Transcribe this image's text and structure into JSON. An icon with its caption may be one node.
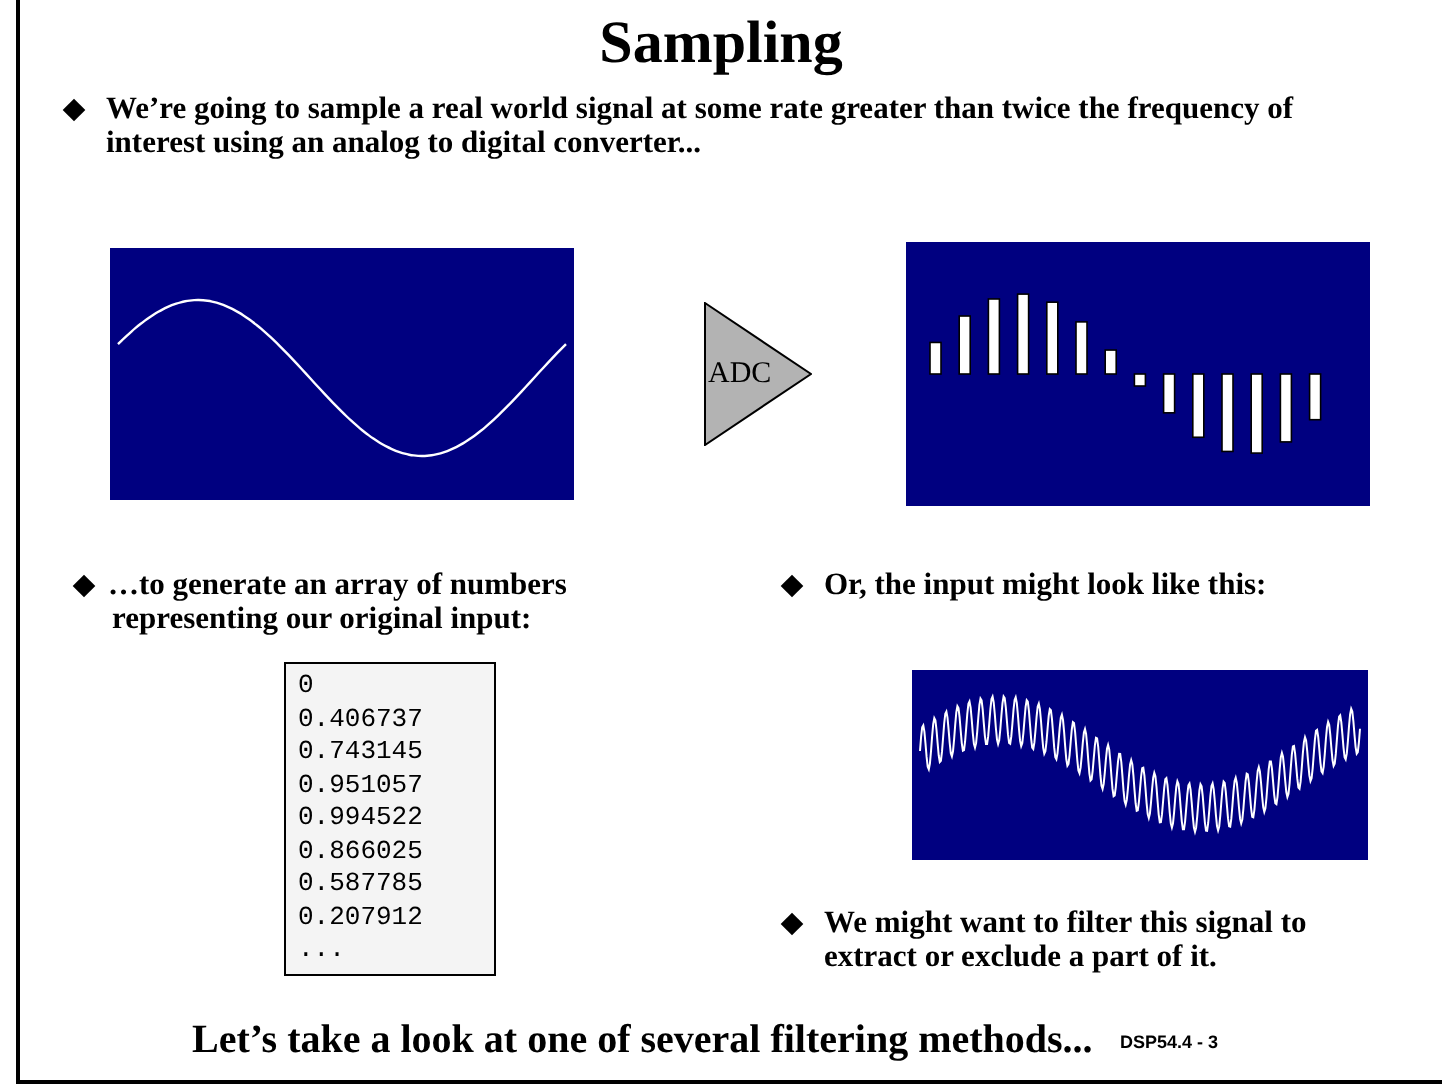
{
  "diagram": {
    "title": "Sampling",
    "nodes": [
      {
        "text": [
          "ADC"
        ]
      },
      {
        "text": [
          "0",
          "0.406737",
          "0.743145",
          "0.951057",
          "0.994522",
          "0.866025",
          "0.587785",
          "0.207912",
          "..."
        ]
      }
    ],
    "labels": [
      "We’re going to sample a real world signal at some rate greater than twice the frequency of interest using an analog to digital converter...",
      "…to generate an array of numbers representing our original input:",
      "Or, the input might look like this:",
      "We might want to filter this signal to extract or exclude a part of it.",
      "Let’s take a look at one of several filtering methods...",
      "DSP54.4 - 3"
    ]
  }
}
